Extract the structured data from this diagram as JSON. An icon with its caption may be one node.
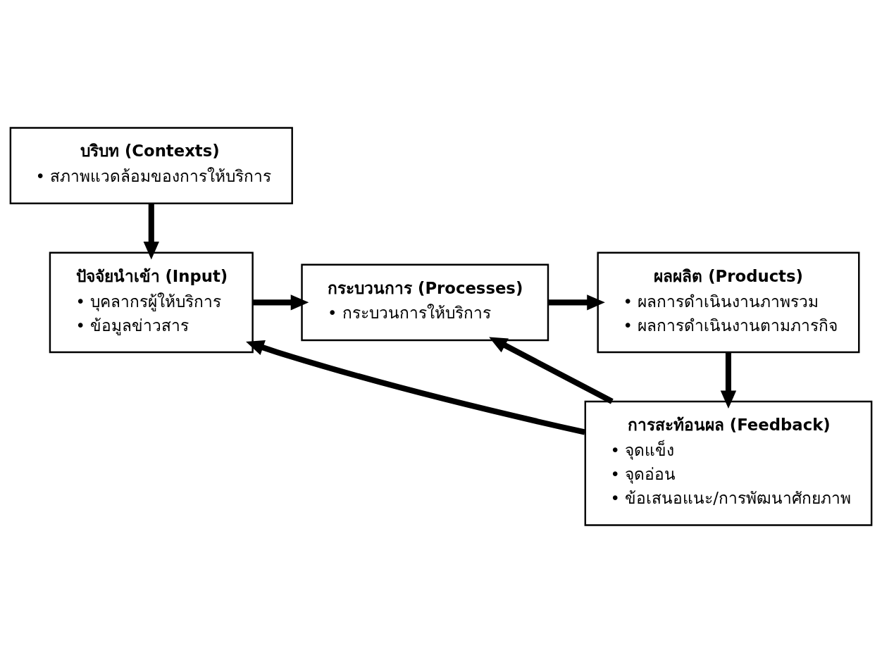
{
  "diagram": {
    "nodes": [
      {
        "text": [
          "บริบท (Contexts)",
          "• สภาพแวดล้อมของการให้บริการ"
        ]
      },
      {
        "text": [
          "ปัจจัยนำเข้า (Input)",
          "• บุคลากรผู้ให้บริการ",
          "• ข้อมูลข่าวสาร"
        ]
      },
      {
        "text": [
          "กระบวนการ (Processes)",
          "• กระบวนการให้บริการ"
        ]
      },
      {
        "text": [
          "ผลผลิต (Products)",
          "• ผลการดำเนินงานภาพรวม",
          "• ผลการดำเนินงานตามภารกิจ"
        ]
      },
      {
        "text": [
          "การสะท้อนผล (Feedback)",
          "• จุดแข็ง",
          "• จุดอ่อน",
          "• ข้อเสนอแนะ/การพัฒนาศักยภาพ"
        ]
      }
    ],
    "edges": [
      {
        "from": 0,
        "to": 1,
        "arrow": "to"
      },
      {
        "from": 1,
        "to": 2,
        "arrow": "to"
      },
      {
        "from": 2,
        "to": 3,
        "arrow": "to"
      },
      {
        "from": 3,
        "to": 4,
        "arrow": "to"
      },
      {
        "from": 4,
        "to": 1,
        "arrow": "to"
      },
      {
        "from": 4,
        "to": 2,
        "arrow": "to"
      }
    ]
  }
}
